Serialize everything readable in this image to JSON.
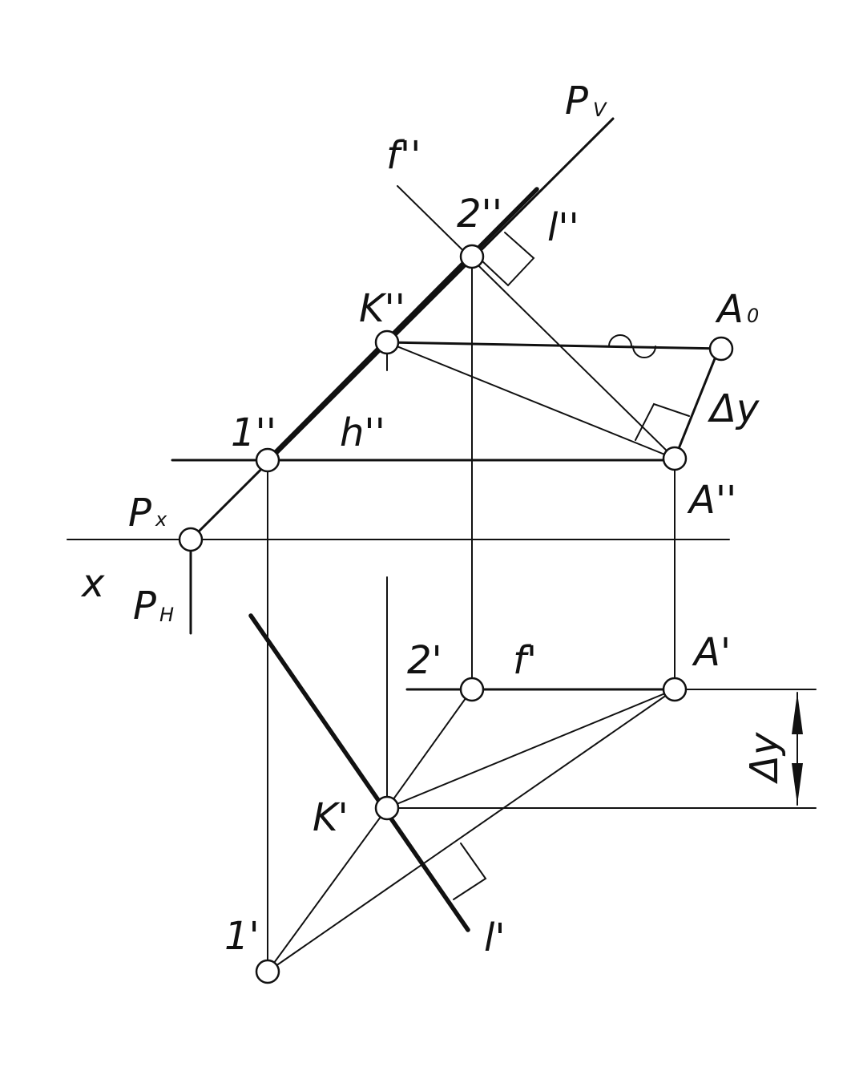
{
  "labels": {
    "pv_main": "P",
    "pv_sub": "V",
    "f_dprime": "f''",
    "two_dprime": "2''",
    "l_dprime": "l''",
    "k_dprime": "K''",
    "a0_main": "A",
    "a0_sub": "0",
    "delta_y_upper": "Δy",
    "one_dprime": "1''",
    "h_dprime": "h''",
    "a_dprime": "A''",
    "px_main": "P",
    "px_sub": "x",
    "x_axis": "x",
    "ph_main": "P",
    "ph_sub": "H",
    "two_prime": "2'",
    "f_prime": "f'",
    "a_prime": "A'",
    "delta_y_lower": "Δy",
    "k_prime": "K'",
    "one_prime": "1'",
    "l_prime": "l'"
  }
}
